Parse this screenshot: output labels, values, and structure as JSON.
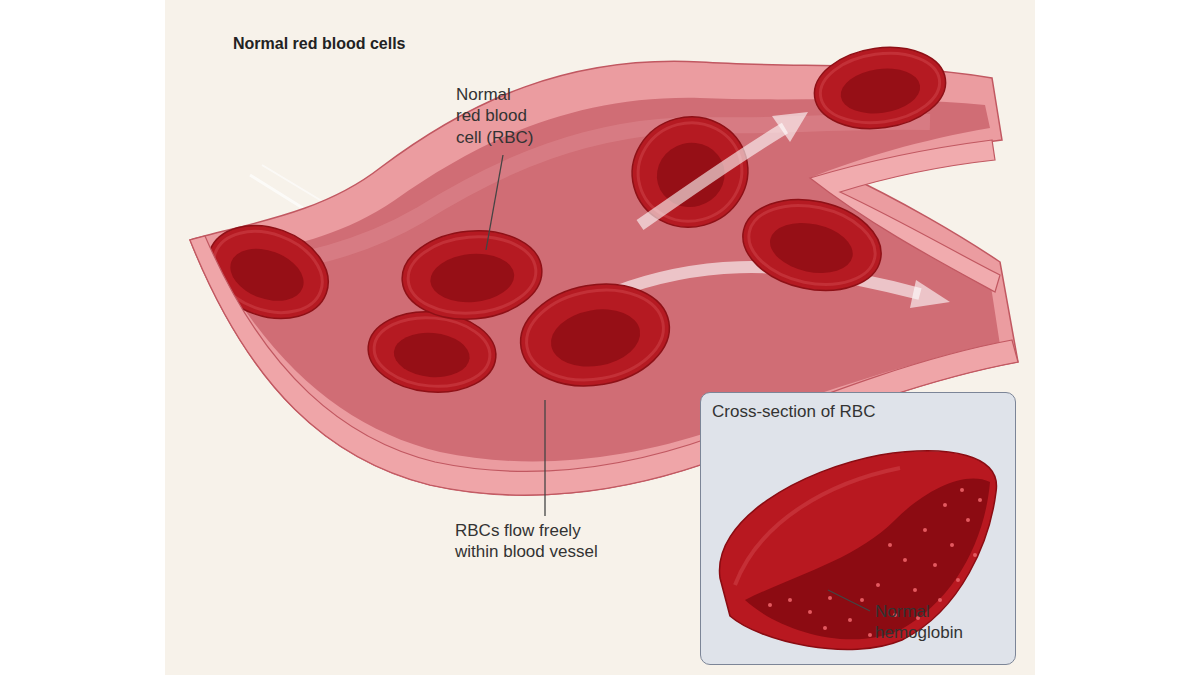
{
  "diagram": {
    "title": "Normal red blood cells",
    "nodes": [
      {
        "text": [
          "Cross-section of RBC"
        ]
      }
    ],
    "labels": [
      "Normal red blood cell (RBC)",
      "RBCs flow freely within blood vessel",
      "Normal hemoglobin"
    ]
  }
}
